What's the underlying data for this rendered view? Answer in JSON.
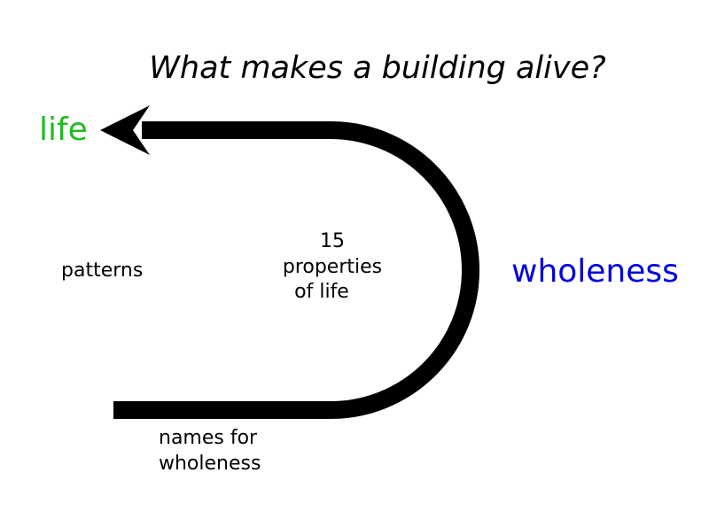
{
  "title": "What makes a building alive?",
  "labels": {
    "life": "life",
    "wholeness": "wholeness",
    "patterns": "patterns",
    "properties": [
      "15",
      "properties",
      "of life"
    ],
    "names_for_wholeness": [
      "names for",
      "wholeness"
    ]
  },
  "colors": {
    "life": "#22bb22",
    "wholeness": "#0000dd",
    "arrow": "#000000",
    "text": "#000000"
  }
}
